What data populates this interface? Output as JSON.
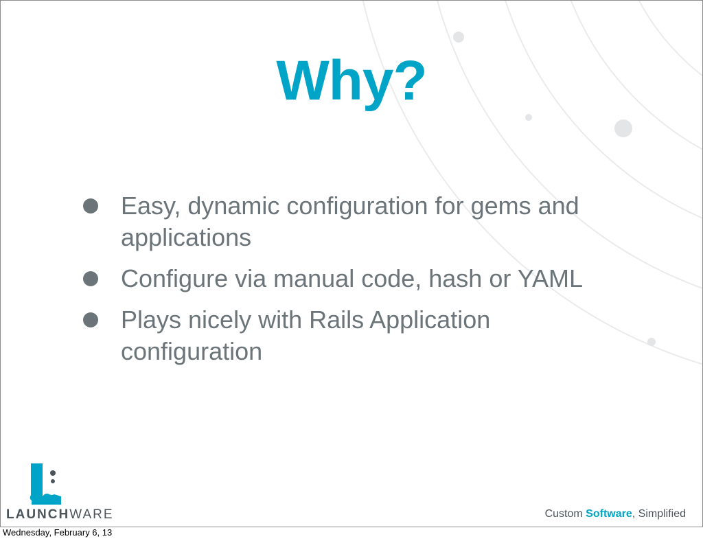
{
  "slide": {
    "title": "Why?",
    "bullets": [
      {
        "text": "Easy, dynamic configuration for gems and applications"
      },
      {
        "text": "Configure via manual code, hash or YAML"
      },
      {
        "text": "Plays nicely with Rails Application configuration"
      }
    ]
  },
  "branding": {
    "wordmark_bold": "LAUNCH",
    "wordmark_light": "WARE",
    "tagline_prefix": "Custom ",
    "tagline_accent": "Software",
    "tagline_suffix": ", Simplified"
  },
  "footer": {
    "date": "Wednesday, February 6, 13"
  },
  "colors": {
    "accent": "#00a4c6",
    "body_text": "#6b7479",
    "decoration": "#e6e8e9"
  }
}
